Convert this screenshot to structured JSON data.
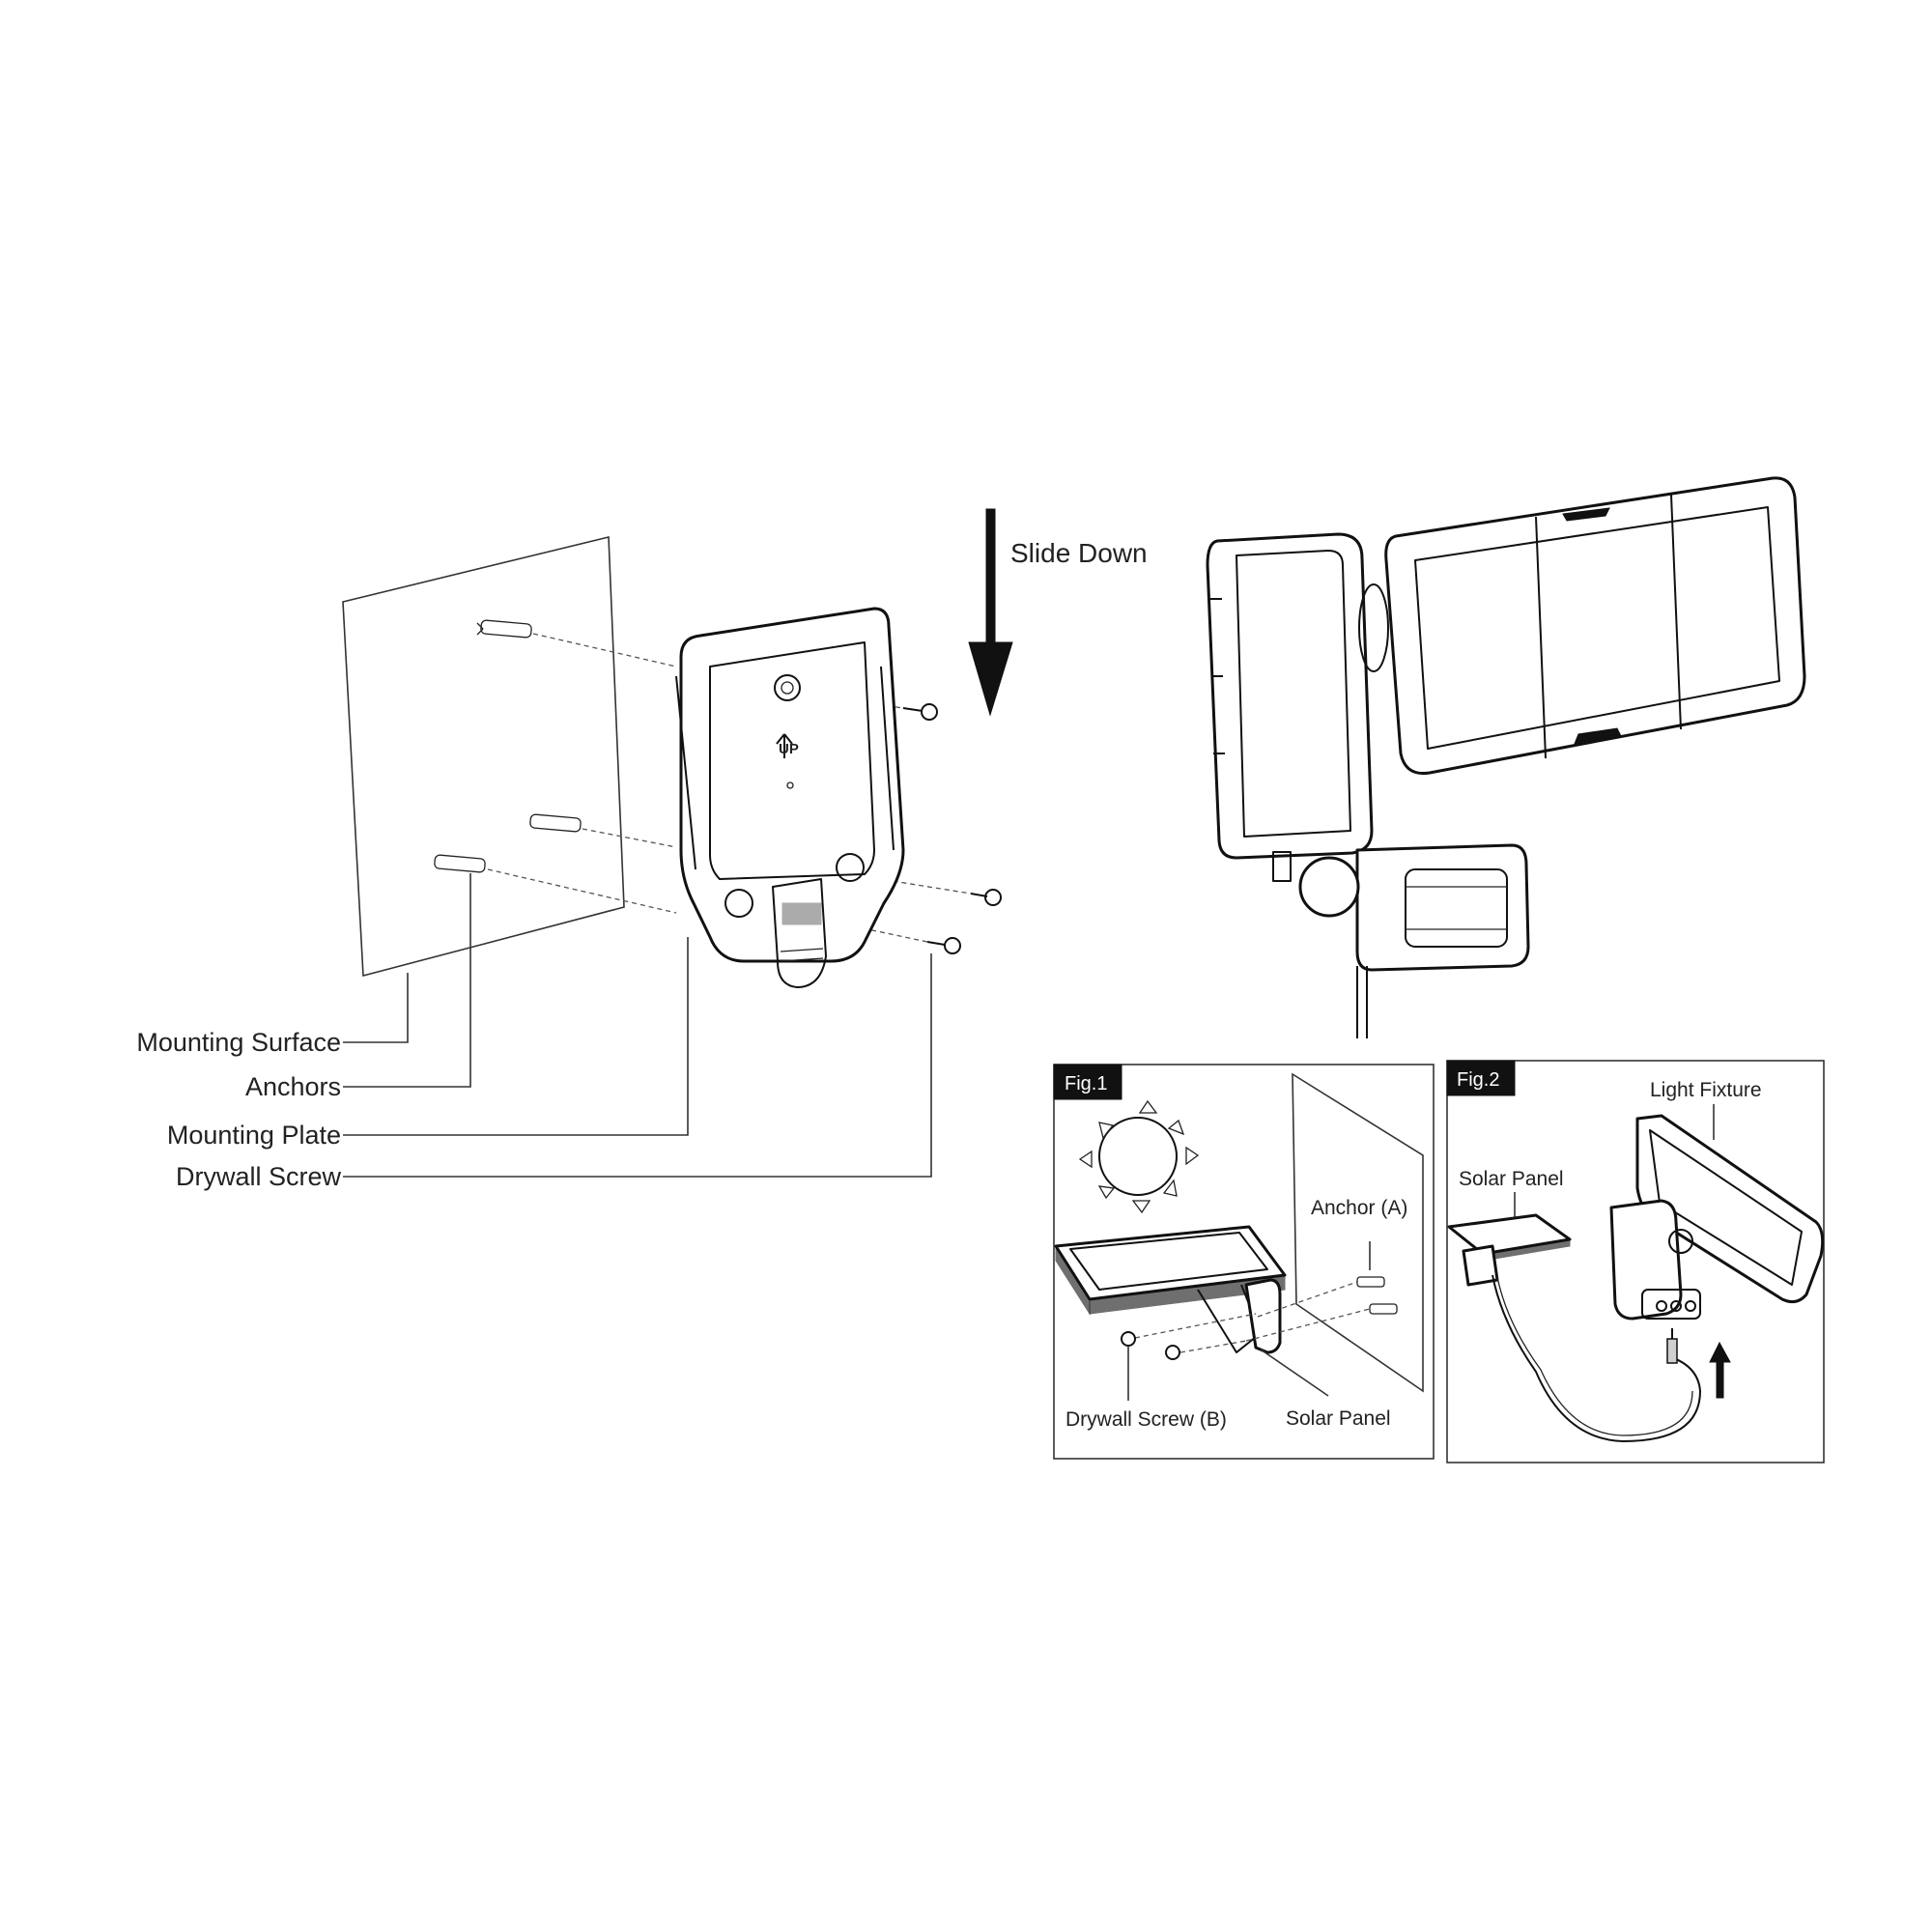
{
  "main": {
    "labels": {
      "mounting_surface": "Mounting Surface",
      "anchors": "Anchors",
      "mounting_plate": "Mounting Plate",
      "drywall_screw": "Drywall Screw"
    },
    "slide_down": "Slide Down",
    "plate_up_text": "UP"
  },
  "fig1": {
    "tab": "Fig.1",
    "anchor": "Anchor (A)",
    "drywall_screw": "Drywall Screw (B)",
    "solar_panel": "Solar Panel"
  },
  "fig2": {
    "tab": "Fig.2",
    "light_fixture": "Light Fixture",
    "solar_panel": "Solar Panel"
  },
  "colors": {
    "line": "#111111",
    "background": "#ffffff"
  },
  "icons": [
    "sun-icon",
    "arrow-down-icon",
    "arrow-up-icon"
  ]
}
